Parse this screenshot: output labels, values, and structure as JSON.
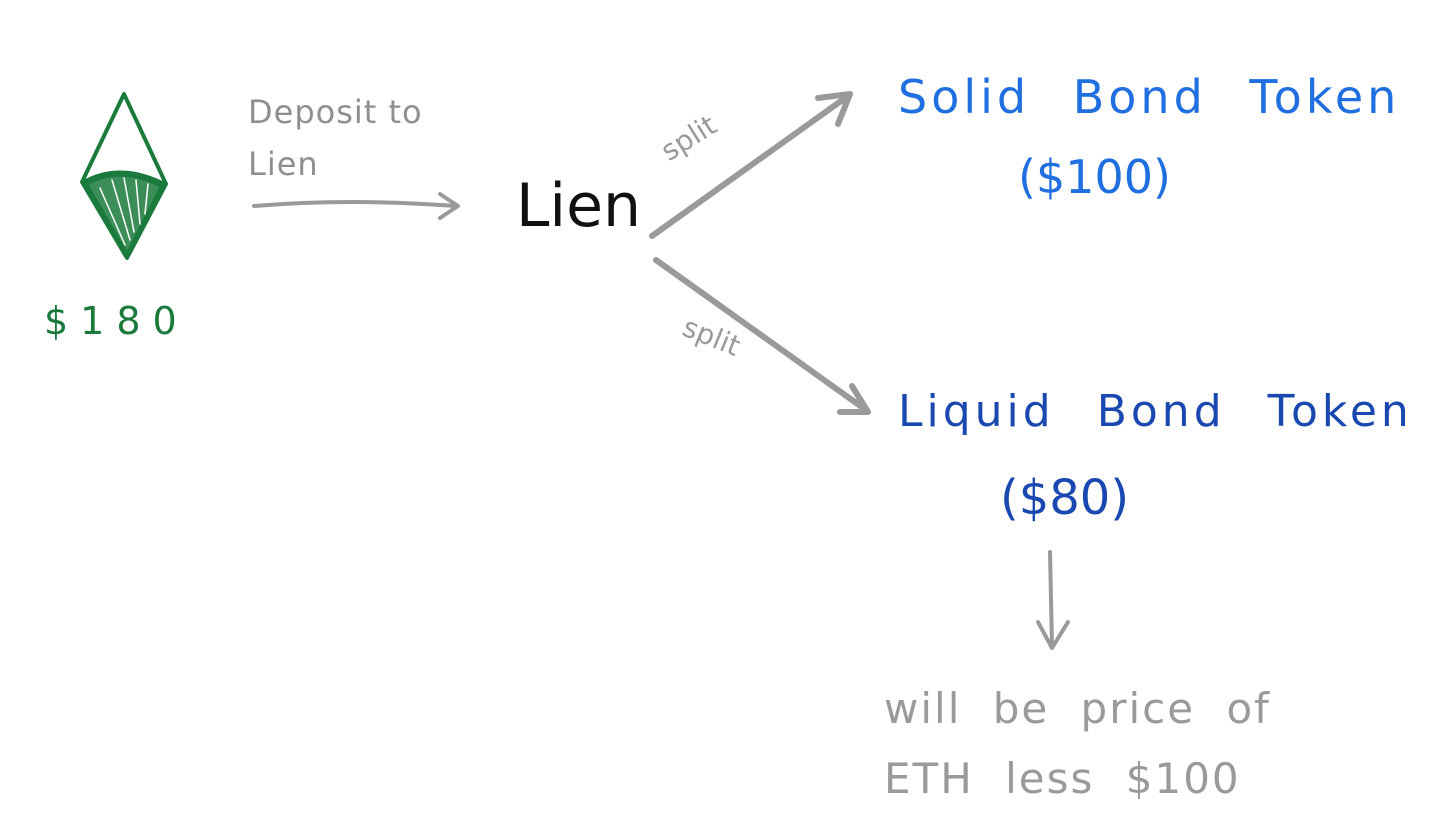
{
  "eth": {
    "icon": "ethereum-diamond-icon",
    "price": "$180",
    "color": "#1a7a3c"
  },
  "deposit": {
    "label_line1": "Deposit to",
    "label_line2": "Lien"
  },
  "lien": {
    "title": "Lien"
  },
  "split": {
    "top_label": "split",
    "bottom_label": "split"
  },
  "solid_bond": {
    "name": "Solid Bond Token",
    "value": "($100)",
    "color": "#1f6fe0"
  },
  "liquid_bond": {
    "name": "Liquid Bond Token",
    "value": "($80)",
    "color": "#1848b0",
    "note_line1": "will be price of",
    "note_line2": "ETH less $100"
  },
  "arrow_color": "#9a9a9a"
}
